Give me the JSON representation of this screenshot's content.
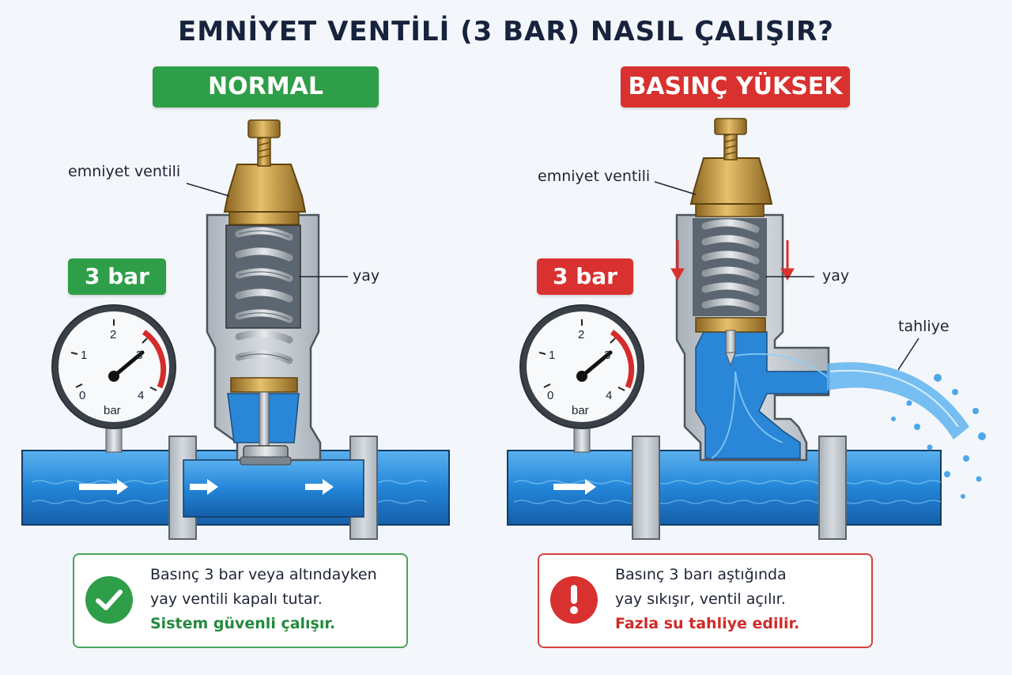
{
  "title": "EMNİYET VENTİLİ (3 BAR) NASIL ÇALIŞIR?",
  "normal": {
    "badge": "NORMAL",
    "pressure_badge": "3 bar",
    "valve_label": "emniyet ventili",
    "spring_label": "yay",
    "gauge": {
      "ticks": [
        "0",
        "1",
        "2",
        "3",
        "4"
      ],
      "unit": "bar",
      "reading": 3
    },
    "info": {
      "line1": "Basınç 3 bar veya altındayken",
      "line2": "yay ventili kapalı tutar.",
      "line3": "Sistem güvenli çalışır."
    }
  },
  "high": {
    "badge": "BASINÇ YÜKSEK",
    "pressure_badge": "3 bar",
    "valve_label": "emniyet ventili",
    "spring_label": "yay",
    "discharge_label": "tahliye",
    "gauge": {
      "ticks": [
        "0",
        "1",
        "2",
        "3",
        "4"
      ],
      "unit": "bar",
      "reading": 3
    },
    "info": {
      "line1": "Basınç 3 barı aştığında",
      "line2": "yay sıkışır, ventil açılır.",
      "line3": "Fazla su tahliye edilir."
    }
  },
  "colors": {
    "ok_green": "#2e9e48",
    "alert_red": "#d8312f",
    "water_blue": "#2f8fdc",
    "brass": "#c99a3f",
    "body_gray": "#b9c0c8"
  },
  "icons": {
    "ok": "check-icon",
    "alert": "exclamation-icon"
  }
}
